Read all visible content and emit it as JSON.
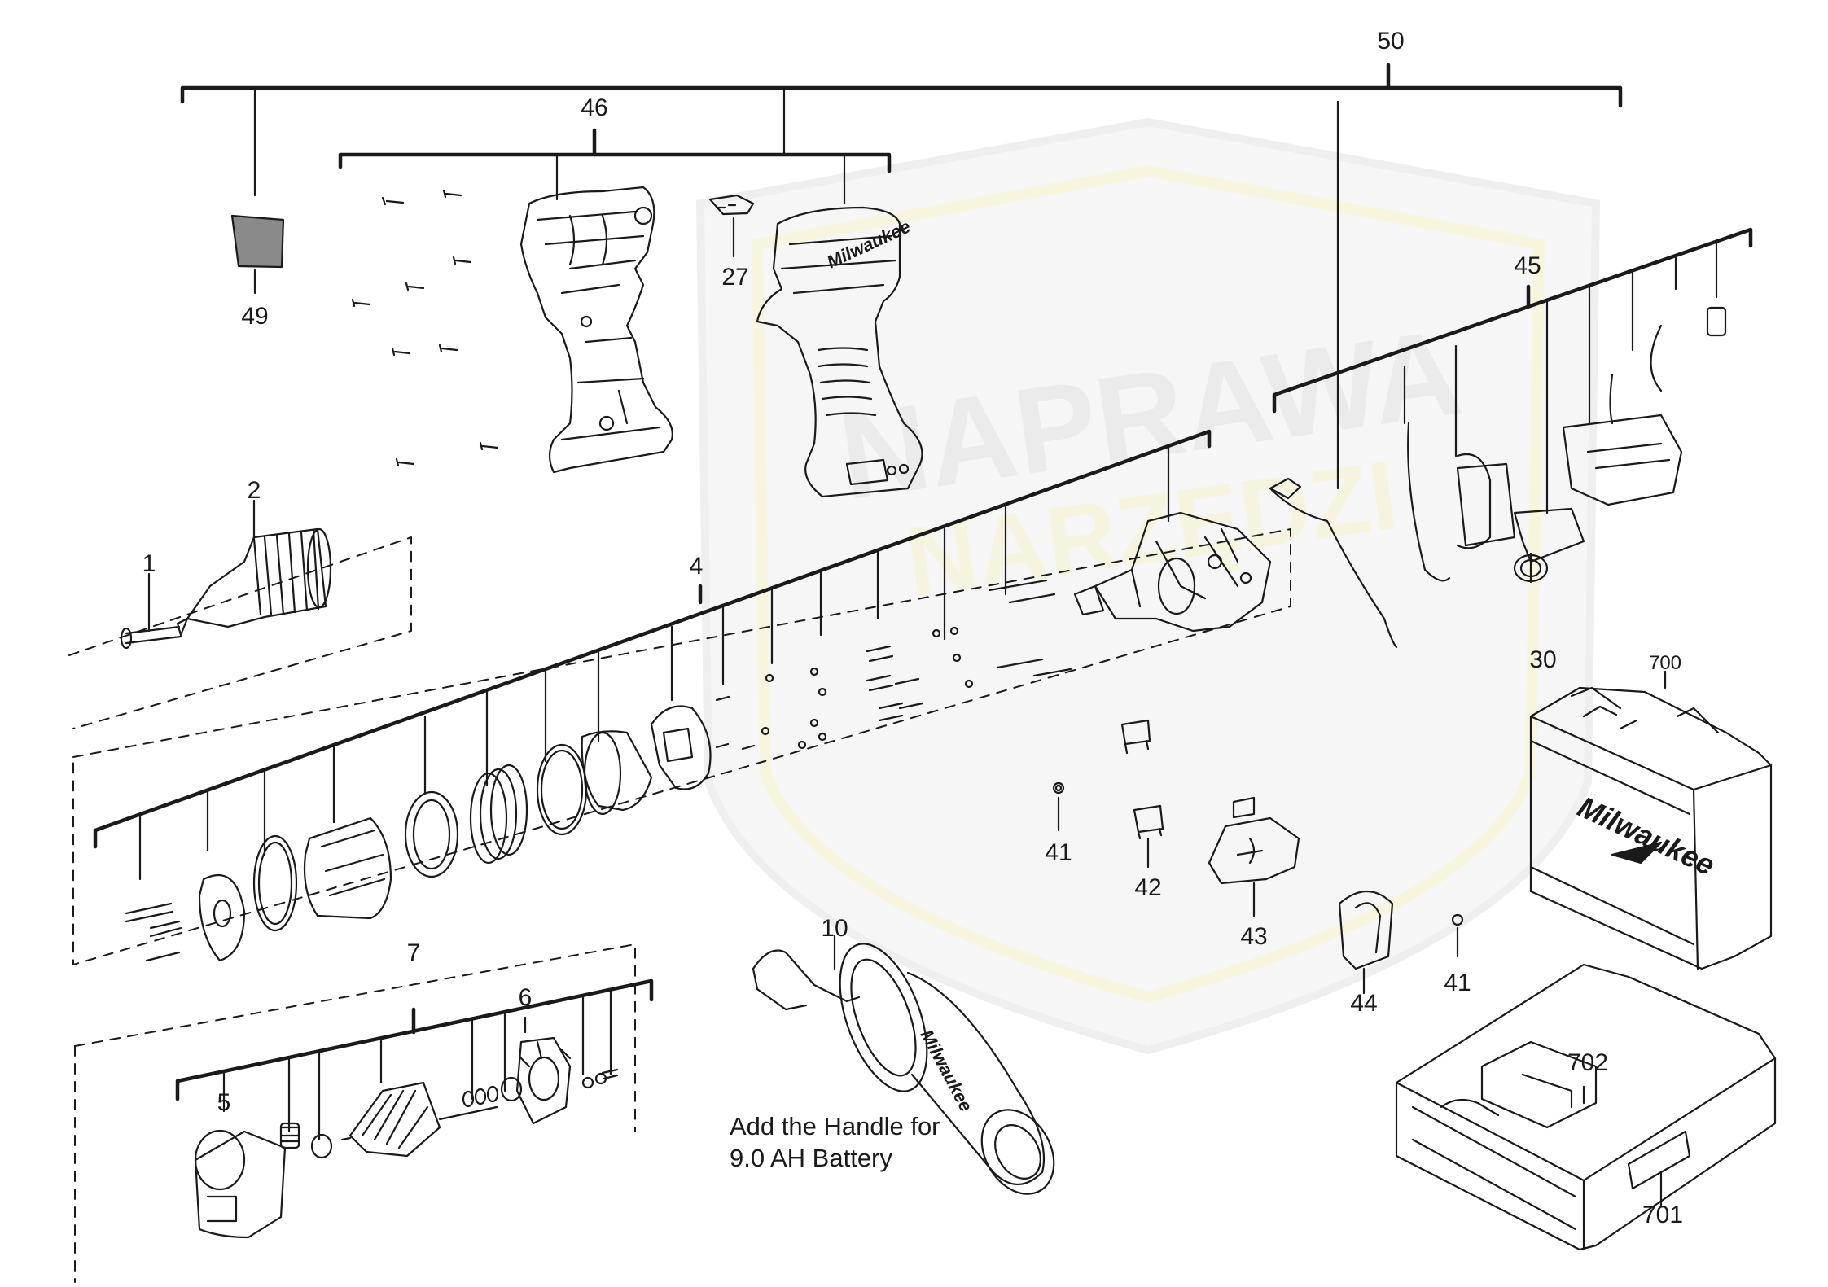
{
  "watermark": {
    "line1": "NAPRAWA",
    "line2": "NARZĘDZI"
  },
  "brand": {
    "housing_logo": "Milwaukee",
    "case_logo": "Milwaukee",
    "handle_logo": "Milwaukee"
  },
  "note": {
    "line1": "Add the Handle for",
    "line2": "9.0 AH Battery"
  },
  "parts": {
    "p1": "1",
    "p2": "2",
    "p4": "4",
    "p5": "5",
    "p6": "6",
    "p7": "7",
    "p10": "10",
    "p27": "27",
    "p30": "30",
    "p41a": "41",
    "p41b": "41",
    "p42": "42",
    "p43": "43",
    "p44": "44",
    "p45": "45",
    "p46": "46",
    "p49": "49",
    "p50": "50",
    "p700": "700",
    "p701": "701",
    "p702": "702"
  },
  "colors": {
    "line": "#1a1a1a",
    "watermark": "#e7e7e7",
    "watermark_accent": "#f5f0c8",
    "label_fill": "#8a8a8a"
  }
}
